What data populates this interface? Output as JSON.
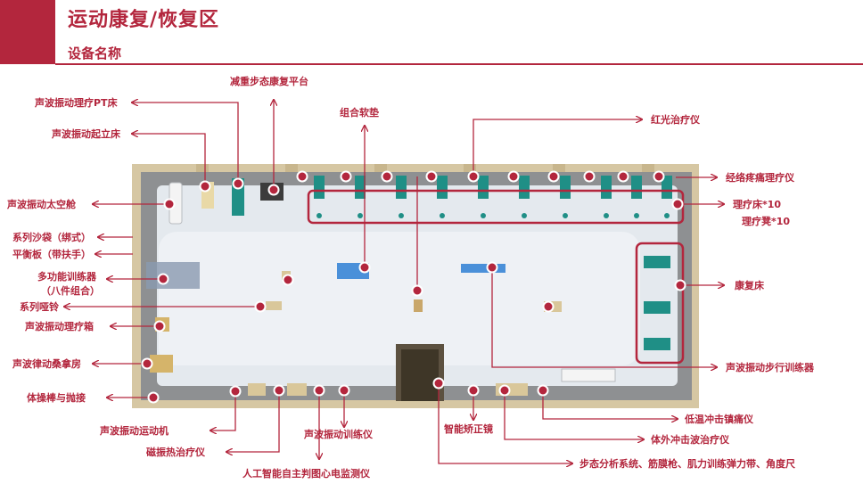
{
  "header": {
    "title": "运动康复/恢复区",
    "subtitle": "设备名称"
  },
  "labels": {
    "pt_bed": "声波振动理疗PT床",
    "stand_bed": "声波振动起立床",
    "space_capsule": "声波振动太空舱",
    "sandbag": "系列沙袋（绑式）",
    "balance_board": "平衡板（带扶手）",
    "multi_trainer_1": "多功能训练器",
    "multi_trainer_2": "（八件组合）",
    "dumbbell": "系列哑铃",
    "therapy_box": "声波振动理疗箱",
    "sauna": "声波律动桑拿房",
    "gym_stick": "体操棒与抛接",
    "weight_platform": "减重步态康复平台",
    "soft_mat": "组合软垫",
    "red_light": "红光治疗仪",
    "meridian": "经络疼痛理疗仪",
    "therapy_bed": "理疗床*10",
    "therapy_stool": "理疗凳*10",
    "rehab_bed": "康复床",
    "gait_trainer": "声波振动步行训练器",
    "cryo": "低温冲击镇痛仪",
    "shockwave": "体外冲击波治疗仪",
    "gait_analysis": "步态分析系统、筋膜枪、肌力训练弹力带、角度尺",
    "sport_machine": "声波振动运动机",
    "magnetic": "磁振热治疗仪",
    "sound_trainer": "声波振动训练仪",
    "smart_mirror": "智能矫正镜",
    "ecg": "人工智能自主判图心电监测仪"
  },
  "colors": {
    "accent": "#b3263d",
    "equipment_teal": "#1f8f86",
    "floor": "#e4e9ee",
    "wall": "#d9cba8"
  }
}
